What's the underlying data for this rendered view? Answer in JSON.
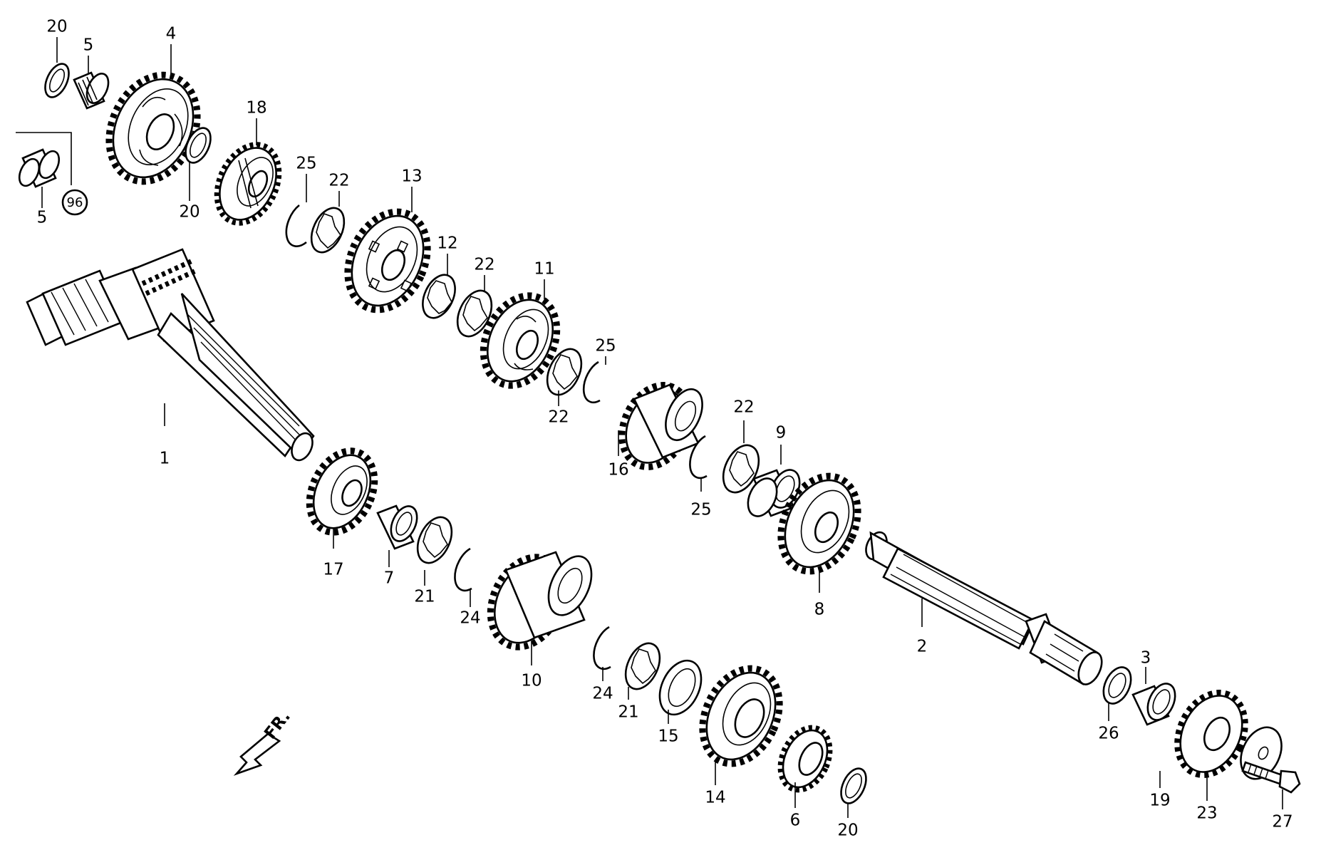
{
  "callouts": [
    {
      "id": "c20a",
      "label": "20"
    },
    {
      "id": "c5a",
      "label": "5"
    },
    {
      "id": "c4",
      "label": "4"
    },
    {
      "id": "c96",
      "label": "96"
    },
    {
      "id": "c5b",
      "label": "5"
    },
    {
      "id": "c18",
      "label": "18"
    },
    {
      "id": "c20b",
      "label": "20"
    },
    {
      "id": "c25a",
      "label": "25"
    },
    {
      "id": "c22a",
      "label": "22"
    },
    {
      "id": "c13",
      "label": "13"
    },
    {
      "id": "c12",
      "label": "12"
    },
    {
      "id": "c22b",
      "label": "22"
    },
    {
      "id": "c11",
      "label": "11"
    },
    {
      "id": "c25b",
      "label": "25"
    },
    {
      "id": "c22c",
      "label": "22"
    },
    {
      "id": "c1",
      "label": "1"
    },
    {
      "id": "c16",
      "label": "16"
    },
    {
      "id": "c22d",
      "label": "22"
    },
    {
      "id": "c9",
      "label": "9"
    },
    {
      "id": "c25c",
      "label": "25"
    },
    {
      "id": "c17",
      "label": "17"
    },
    {
      "id": "c7",
      "label": "7"
    },
    {
      "id": "c21a",
      "label": "21"
    },
    {
      "id": "c24a",
      "label": "24"
    },
    {
      "id": "c8",
      "label": "8"
    },
    {
      "id": "c10",
      "label": "10"
    },
    {
      "id": "c2",
      "label": "2"
    },
    {
      "id": "c24b",
      "label": "24"
    },
    {
      "id": "c21b",
      "label": "21"
    },
    {
      "id": "c15",
      "label": "15"
    },
    {
      "id": "c3",
      "label": "3"
    },
    {
      "id": "c26",
      "label": "26"
    },
    {
      "id": "c14",
      "label": "14"
    },
    {
      "id": "c6",
      "label": "6"
    },
    {
      "id": "c20c",
      "label": "20"
    },
    {
      "id": "c19",
      "label": "19"
    },
    {
      "id": "c23",
      "label": "23"
    },
    {
      "id": "c27",
      "label": "27"
    }
  ],
  "direction_label": "FR.",
  "colors": {
    "ink": "#000000",
    "paper": "#ffffff"
  }
}
